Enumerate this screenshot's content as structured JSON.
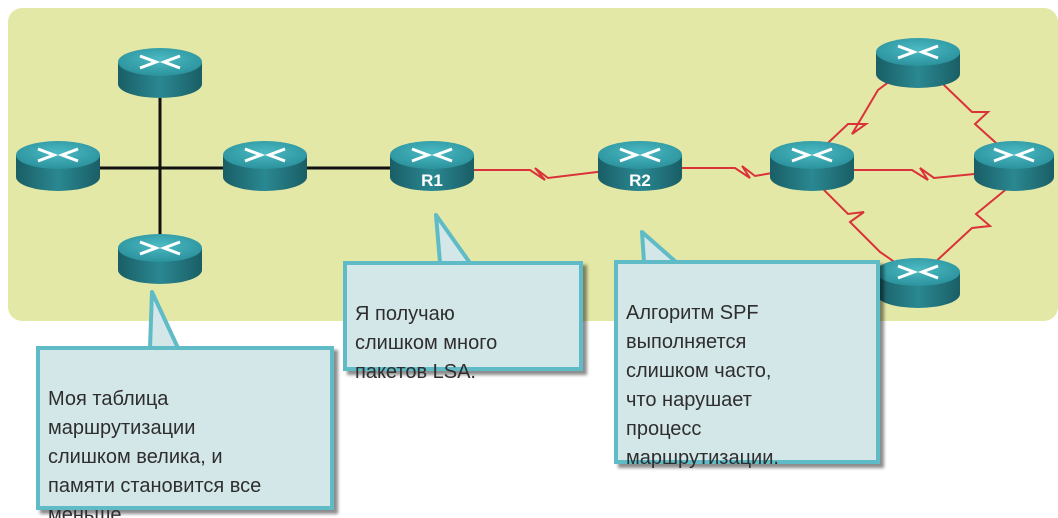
{
  "routers": {
    "r1_label": "R1",
    "r2_label": "R2"
  },
  "callouts": {
    "table_memory": "Моя таблица\nмаршрутизации\nслишком велика, и\nпамяти становится все\nменьше.",
    "lsa_packets": "Я получаю\nслишком много\nпакетов LSA.",
    "spf_algorithm": "Алгоритм SPF\nвыполняется\nслишком часто,\nчто нарушает\nпроцесс\nмаршрутизации."
  },
  "colors": {
    "panel": "#e4e8a6",
    "router_top": "#35a3ad",
    "router_side": "#1f6f77",
    "ethernet_link": "#111111",
    "serial_link": "#d93238",
    "callout_fill": "#d3e6e8",
    "callout_border": "#5fbcc6"
  }
}
